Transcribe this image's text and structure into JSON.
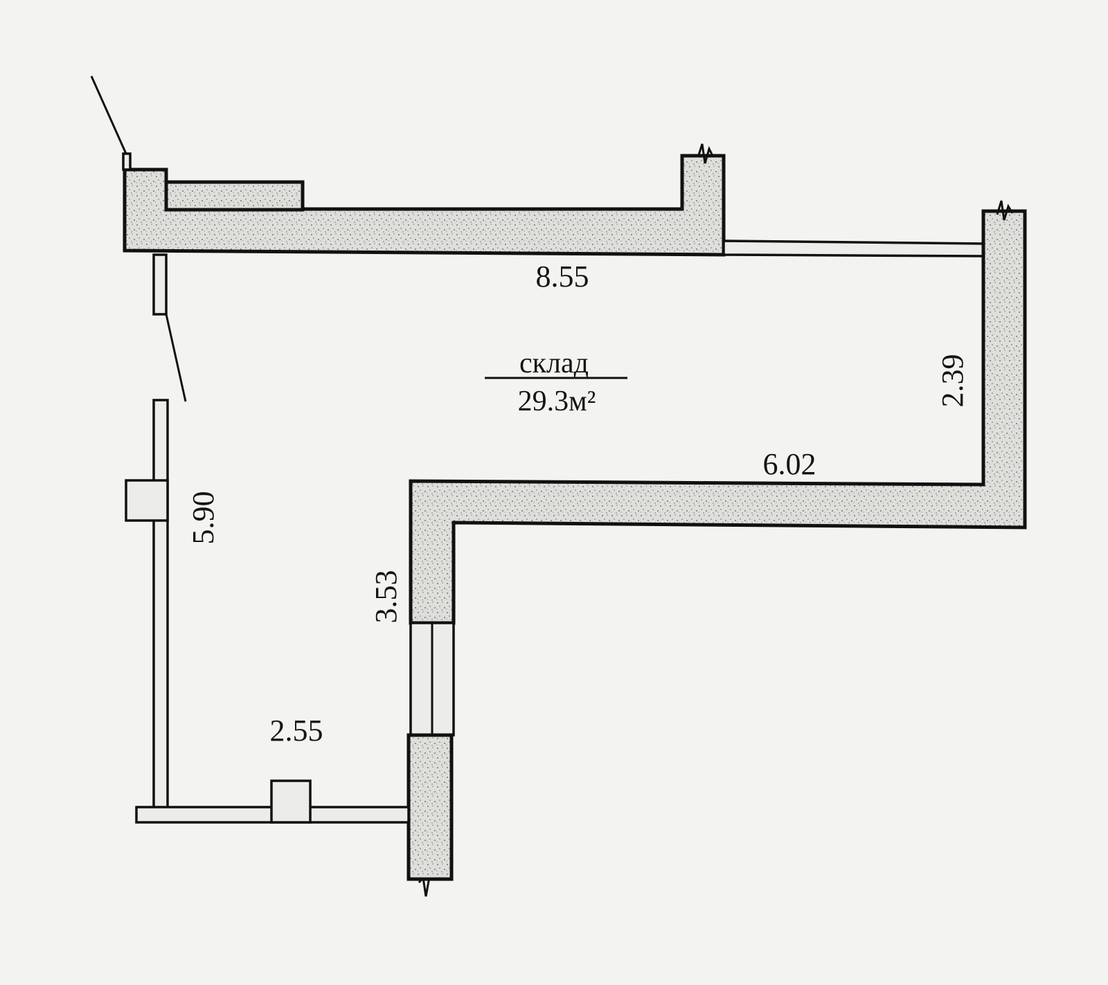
{
  "room": {
    "name": "склад",
    "area": "29.3м²"
  },
  "dimensions": {
    "top_wall": "8.55",
    "right_wall": "2.39",
    "step_wall": "6.02",
    "left_wall": "5.90",
    "inner_wall": "3.53",
    "bottom_wall": "2.55"
  },
  "colors": {
    "paper": "#f3f3f1",
    "ink": "#111111",
    "wall_fill": "#dcdcd8"
  }
}
